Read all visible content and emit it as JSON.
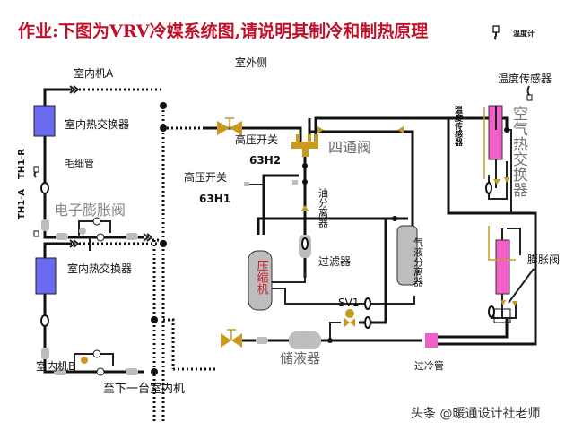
{
  "title": "作业:下图为VRV冷媒系统图,请说明其制冷和制热原理",
  "legend": {
    "icon": "thermometer-icon",
    "label": "温度计"
  },
  "labels": {
    "outdoor_side": "室外侧",
    "indoor_a": "室内机A",
    "indoor_b": "室内机B",
    "indoor_hx_a": "室内热交换器",
    "indoor_hx_b": "室内热交换器",
    "th1_r": "TH1-R",
    "th1_a": "TH1-A",
    "capillary": "毛细管",
    "eev": "电子膨胀阀",
    "next_indoor": "至下一台室内机",
    "four_way_valve": "四通阀",
    "hp_switch_1": "高压开关",
    "hp_switch_1_code": "63H2",
    "hp_switch_2": "高压开关",
    "hp_switch_2_code": "63H1",
    "oil_separator": "油分离器",
    "compressor": "压缩机",
    "filter": "过滤器",
    "gas_liquid_separator": "气液分离器",
    "temp_sensor": "温度传感器",
    "temp_sensor_vertical": "温度传感器",
    "air_hx": "空气热交换器",
    "expansion_valve": "膨胀阀",
    "sv1": "SV1",
    "receiver": "储液器",
    "subcooler": "过冷管"
  },
  "watermark": "头条 @暖通设计社老师",
  "colors": {
    "title": "#c0102a",
    "indoor_hx": "#6a6af0",
    "air_hx": "#f060c8",
    "valve": "#c99a1d",
    "component": "#bdbdbd"
  }
}
